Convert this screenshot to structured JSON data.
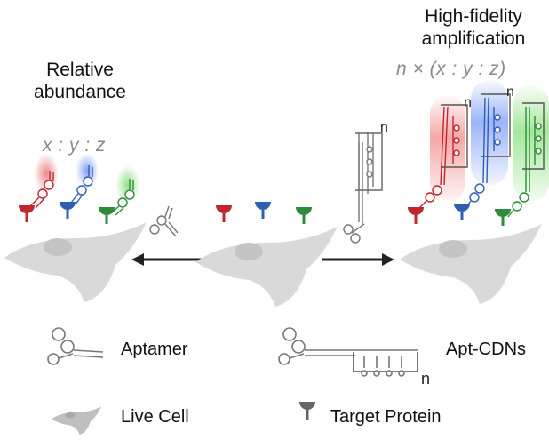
{
  "left": {
    "title_line1": "Relative",
    "title_line2": "abundance",
    "ratio": "x : y : z"
  },
  "right": {
    "title_line1": "High-fidelity",
    "title_line2": "amplification",
    "ratio": "n × (x : y : z)"
  },
  "loop_label": "n",
  "legend": {
    "aptamer": "Aptamer",
    "apt_cdns": "Apt-CDNs",
    "apt_cdns_n": "n",
    "live_cell": "Live Cell",
    "target_protein": "Target Protein"
  },
  "colors": {
    "red": "#c0272d",
    "blue": "#2f5fb3",
    "green": "#2e8b3a",
    "cell": "#d9d9d9",
    "arrow": "#222222",
    "ratio_text": "#8a8a8a"
  },
  "icons": [
    "cell-icon",
    "target-protein-icon",
    "aptamer-icon",
    "apt-cdns-icon",
    "arrow-left-icon",
    "arrow-right-icon"
  ]
}
